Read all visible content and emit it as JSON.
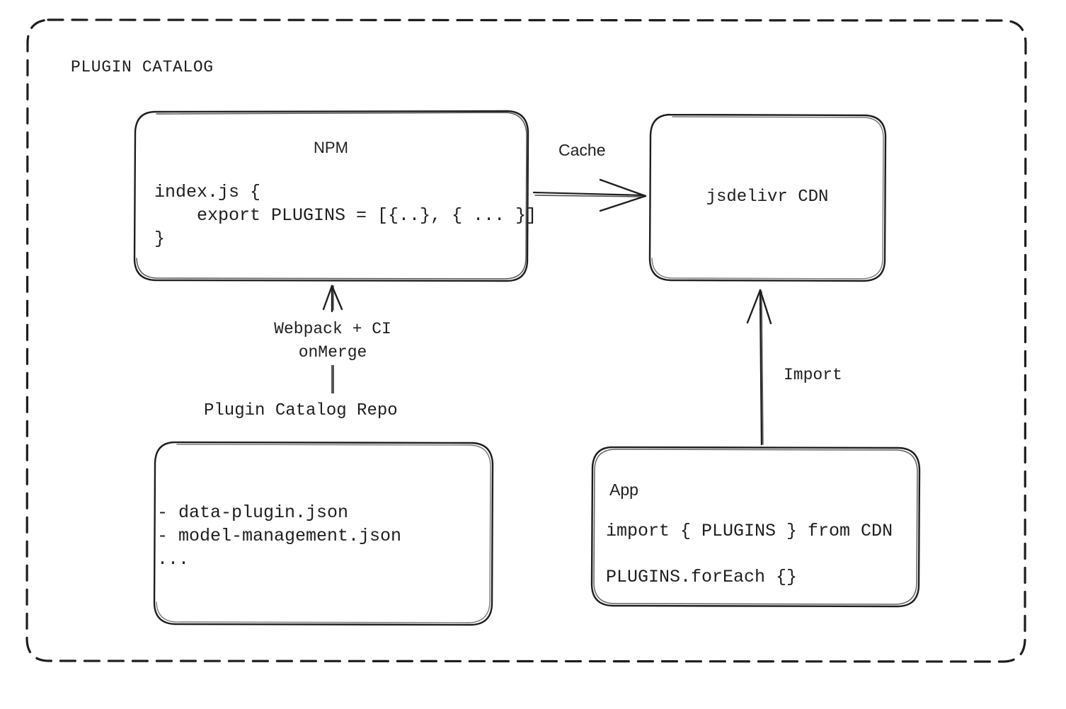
{
  "diagram": {
    "title": "PLUGIN CATALOG",
    "style": "hand-drawn-sketch",
    "stroke_color": "#1e1e1e",
    "background_color": "#ffffff"
  },
  "nodes": {
    "npm": {
      "title": "NPM",
      "code": "index.js {\n    export PLUGINS = [{..}, { ... }]\n}"
    },
    "cdn": {
      "title": "jsdelivr CDN"
    },
    "repo": {
      "caption": "Plugin Catalog Repo",
      "files": "- data-plugin.json\n- model-management.json\n..."
    },
    "app": {
      "title": "App",
      "line1": "import { PLUGINS } from CDN",
      "line2": "PLUGINS.forEach {}"
    }
  },
  "edges": {
    "cache": {
      "label": "Cache",
      "from": "npm",
      "to": "cdn",
      "direction": "right"
    },
    "build": {
      "label": "Webpack + CI\nonMerge",
      "from": "repo",
      "to": "npm",
      "direction": "up"
    },
    "import": {
      "label": "Import",
      "from": "app",
      "to": "cdn",
      "direction": "up"
    }
  }
}
